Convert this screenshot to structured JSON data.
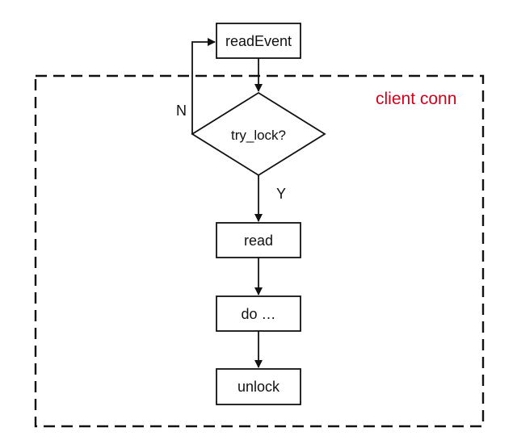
{
  "diagram": {
    "group_label": "client conn",
    "group_label_color": "#d0021b",
    "nodes": {
      "read_event": "readEvent",
      "try_lock": "try_lock?",
      "read": "read",
      "do": "do …",
      "unlock": "unlock"
    },
    "edges": {
      "no_label": "N",
      "yes_label": "Y"
    },
    "stroke_color": "#111111"
  }
}
